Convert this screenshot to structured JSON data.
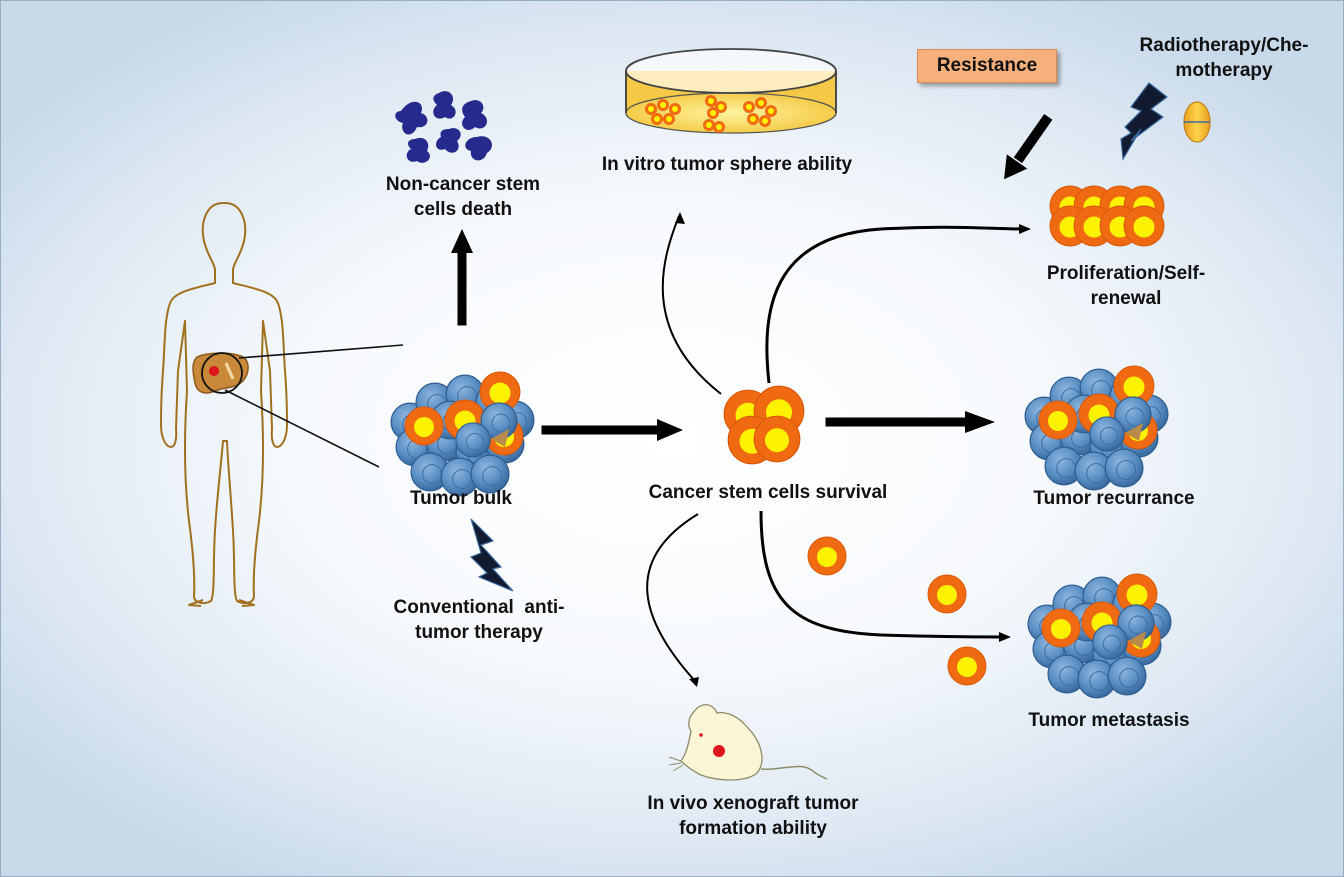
{
  "labels": {
    "non_cancer_death": [
      "Non-cancer stem",
      "cells death"
    ],
    "tumor_sphere": "In vitro tumor sphere ability",
    "resistance": "Resistance",
    "radio_chemo": [
      "Radiotherapy/Che-",
      "motherapy"
    ],
    "proliferation": [
      "Proliferation/Self-",
      "renewal"
    ],
    "tumor_bulk": "Tumor bulk",
    "csc_survival": "Cancer stem cells survival",
    "tumor_recurrance": "Tumor recurrance",
    "conventional_therapy": [
      "Conventional  anti-",
      "tumor therapy"
    ],
    "tumor_metastasis": "Tumor metastasis",
    "xenograft": [
      "In vivo xenograft tumor",
      "formation ability"
    ]
  },
  "colors": {
    "csc_outer": "#f06a12",
    "csc_core": "#fff200",
    "normal_cell": "#4f86bd",
    "sphere_dish": "#f5c945",
    "lightning": "#111a2e",
    "arrow": "#000000",
    "body_outline": "#a0701c",
    "liver": "#c8893a",
    "tumor_dot": "#e0141c",
    "non_csc_fragment": "#262a8c"
  },
  "icons": [
    "human-body-icon",
    "liver-icon",
    "petri-dish-icon",
    "mouse-icon",
    "lightning-icon",
    "pill-icon",
    "cell-fragments-icon"
  ]
}
